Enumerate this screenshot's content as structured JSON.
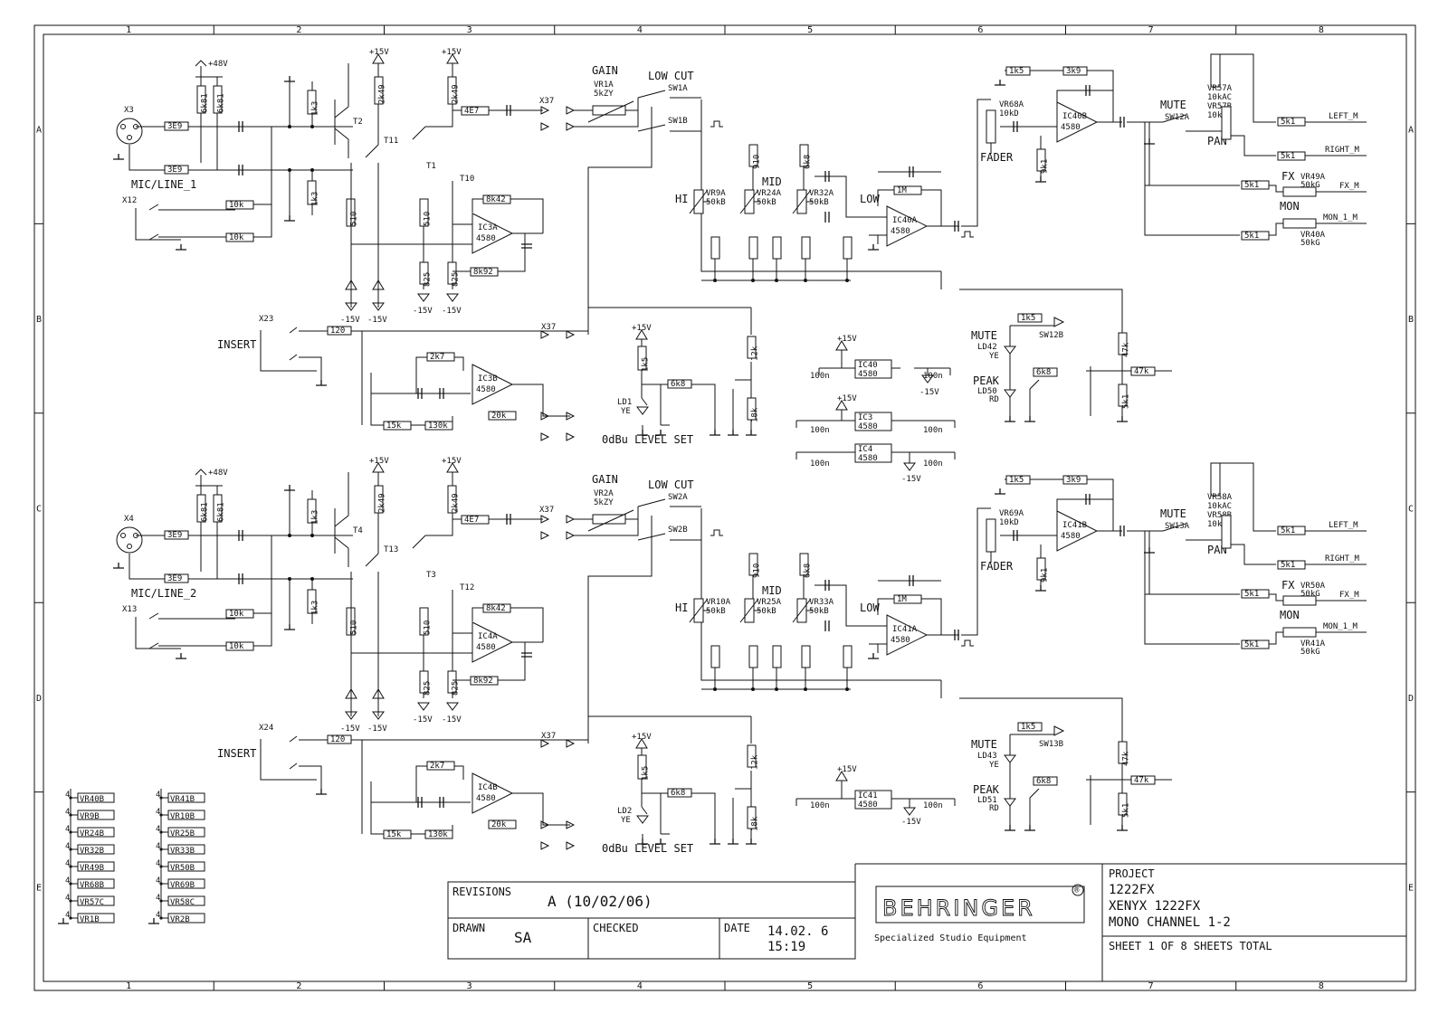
{
  "frame": {
    "columns": [
      "1",
      "2",
      "3",
      "4",
      "5",
      "6",
      "7",
      "8"
    ],
    "rows": [
      "A",
      "B",
      "C",
      "D",
      "E"
    ]
  },
  "title_block": {
    "revisions_label": "REVISIONS",
    "revision": "A (10/02/06)",
    "drawn_label": "DRAWN",
    "drawn_by": "SA",
    "checked_label": "CHECKED",
    "date_label": "DATE",
    "date": "14.02. 6",
    "time": "15:19",
    "brand": "BEHRINGER",
    "brand_mark": "®",
    "tagline": "Specialized Studio Equipment",
    "project_label": "PROJECT",
    "project": "1222FX",
    "product": "XENYX 1222FX",
    "sheet_title": "MONO CHANNEL 1-2",
    "sheet_info": "SHEET 1   OF 8   SHEETS TOTAL"
  },
  "channels": [
    {
      "input_label": "MIC/LINE_1",
      "xlr": "X3",
      "jack": "X12",
      "insert_jack": "X23",
      "insert_label": "INSERT",
      "gain_label": "GAIN",
      "gain_pot": "VR1A",
      "gain_value": "5kZY",
      "lowcut_label": "LOW CUT",
      "lowcut_sw_a": "SW1A",
      "lowcut_sw_b": "SW1B",
      "opamp1": "IC3A",
      "opamp2": "IC3B",
      "opamp_eq": "IC40A",
      "opamp_fader": "IC40B",
      "hi_label": "HI",
      "hi_pot": "VR9A",
      "mid_label": "MID",
      "mid_pot": "VR24A",
      "low_label": "LOW",
      "low_pot": "VR32A",
      "pot_value": "50kB",
      "fader_label": "FADER",
      "fader_pot": "VR68A",
      "fader_value": "10kD",
      "mute_label": "MUTE",
      "mute_sw": "SW12A",
      "pan_label": "PAN",
      "pan_pot_a": "VR57A",
      "pan_pot_b": "VR57B",
      "pan_value": "10kAC",
      "fx_label": "FX",
      "fx_pot": "VR49A",
      "mon_label": "MON",
      "mon_pot": "VR40A",
      "send_value": "50kG",
      "out_left": "LEFT_M",
      "out_right": "RIGHT_M",
      "out_fx": "FX_M",
      "out_mon": "MON_1_M",
      "mute_led": "LD42",
      "mute_led_color": "YE",
      "mute_sw_b": "SW12B",
      "peak_label": "PEAK",
      "peak_led": "LD50",
      "peak_led_color": "RD",
      "signal_led": "LD1",
      "level_label": "0dBu LEVEL SET",
      "t1": "T2",
      "t2": "T11",
      "t3": "T1",
      "t4": "T10"
    },
    {
      "input_label": "MIC/LINE_2",
      "xlr": "X4",
      "jack": "X13",
      "insert_jack": "X24",
      "insert_label": "INSERT",
      "gain_label": "GAIN",
      "gain_pot": "VR2A",
      "gain_value": "5kZY",
      "lowcut_label": "LOW CUT",
      "lowcut_sw_a": "SW2A",
      "lowcut_sw_b": "SW2B",
      "opamp1": "IC4A",
      "opamp2": "IC4B",
      "opamp_eq": "IC41A",
      "opamp_fader": "IC41B",
      "hi_label": "HI",
      "hi_pot": "VR10A",
      "mid_label": "MID",
      "mid_pot": "VR25A",
      "low_label": "LOW",
      "low_pot": "VR33A",
      "pot_value": "50kB",
      "fader_label": "FADER",
      "fader_pot": "VR69A",
      "fader_value": "10kD",
      "mute_label": "MUTE",
      "mute_sw": "SW13A",
      "pan_label": "PAN",
      "pan_pot_a": "VR58A",
      "pan_pot_b": "VR58B",
      "pan_value": "10kAC",
      "fx_label": "FX",
      "fx_pot": "VR50A",
      "mon_label": "MON",
      "mon_pot": "VR41A",
      "send_value": "50kG",
      "out_left": "LEFT_M",
      "out_right": "RIGHT_M",
      "out_fx": "FX_M",
      "out_mon": "MON_1_M",
      "mute_led": "LD43",
      "mute_led_color": "YE",
      "mute_sw_b": "SW13B",
      "peak_label": "PEAK",
      "peak_led": "LD51",
      "peak_led_color": "RD",
      "signal_led": "LD2",
      "level_label": "0dBu LEVEL SET",
      "t1": "T4",
      "t2": "T13",
      "t3": "T3",
      "t4": "T12"
    }
  ],
  "supply": {
    "p48": "+48V",
    "p15": "+15V",
    "m15": "-15V",
    "ic_units": [
      "IC40",
      "IC3",
      "IC4",
      "IC41"
    ],
    "ic_type": "4580",
    "cap": "100n"
  },
  "pot_list_left": [
    "VR40B",
    "VR9B",
    "VR24B",
    "VR32B",
    "VR49B",
    "VR68B",
    "VR57C",
    "VR1B"
  ],
  "pot_list_right": [
    "VR41B",
    "VR10B",
    "VR25B",
    "VR33B",
    "VR50B",
    "VR69B",
    "VR58C",
    "VR2B"
  ]
}
